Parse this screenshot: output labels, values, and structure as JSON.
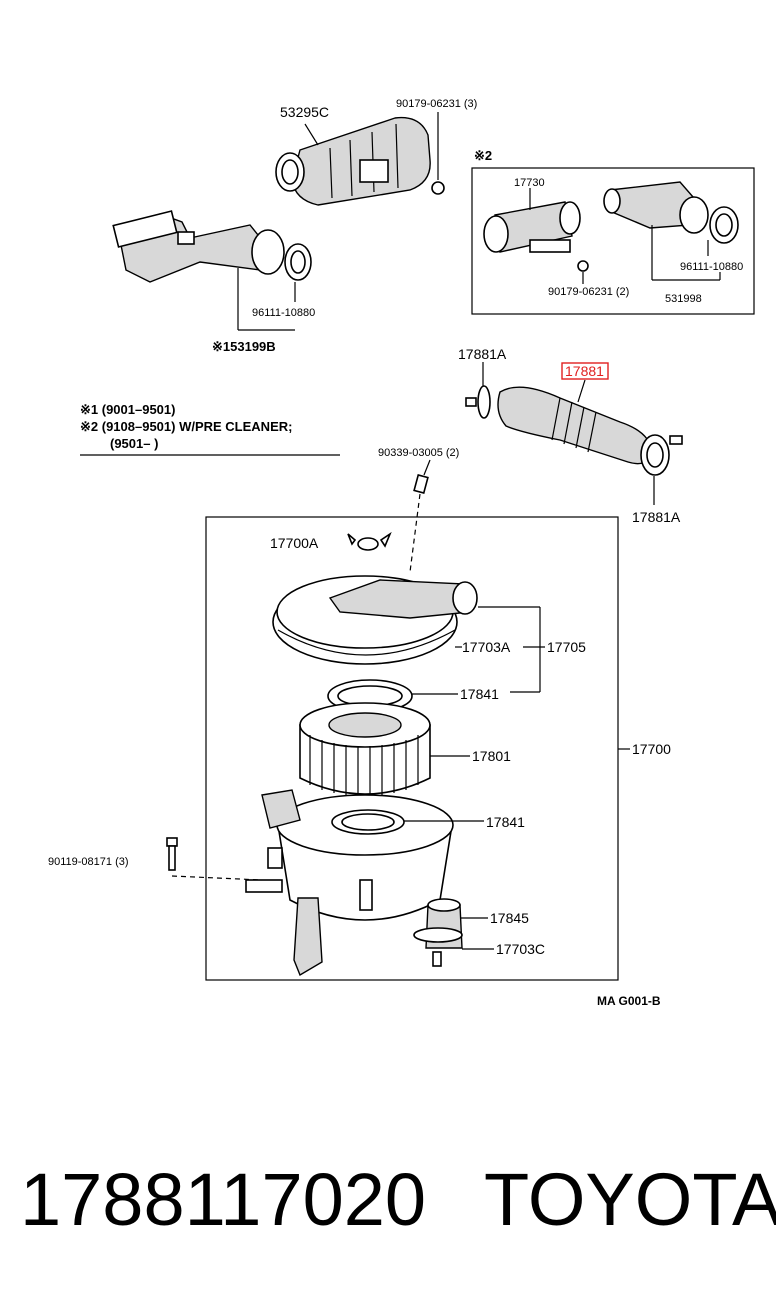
{
  "labels": {
    "p53295c": "53295C",
    "p90179_06231_3": "90179-06231 (3)",
    "p96111_10880_left": "96111-10880",
    "p53199b": "53199B",
    "note1_marker": "※1",
    "note2_marker": "※2",
    "p17730": "17730",
    "p96111_10880_inset": "96111-10880",
    "p90179_06231_2": "90179-06231 (2)",
    "p53199b_inset": "531998",
    "p17881a_top": "17881A",
    "p17881": "17881",
    "p17881a_bottom": "17881A",
    "p90339_03005": "90339-03005 (2)",
    "p17700a": "17700A",
    "p17703a": "17703A",
    "p17705": "17705",
    "p17841_top": "17841",
    "p17801": "17801",
    "p17700": "17700",
    "p17841_mid": "17841",
    "p90119_08171": "90119-08171 (3)",
    "p17845": "17845",
    "p17703c": "17703C",
    "drawing_code": "MA  G001-B"
  },
  "notes": {
    "line1": "※1 (9001–9501)",
    "line2": "※2 (9108–9501) W/PRE  CLEANER;",
    "line3": "(9501–        )"
  },
  "footer": {
    "part_number": "1788117020",
    "brand": "TOYOTA"
  },
  "highlight_color": "#e02020"
}
